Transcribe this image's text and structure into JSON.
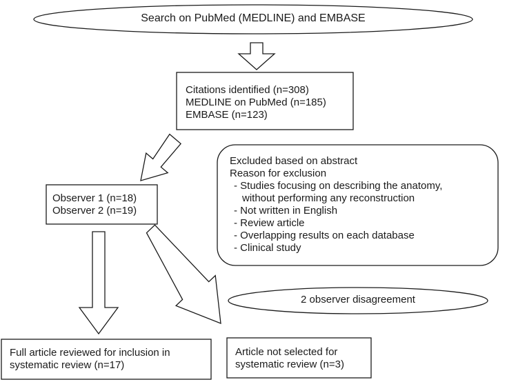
{
  "search": {
    "label": "Search on PubMed (MEDLINE) and EMBASE"
  },
  "citations": {
    "lines": [
      "Citations identified (n=308)",
      "MEDLINE on PubMed (n=185)",
      "EMBASE (n=123)"
    ]
  },
  "excluded": {
    "title": "Excluded based on abstract",
    "reason_heading": "Reason for exclusion",
    "reasons": [
      "- Studies focusing on describing the anatomy,",
      "without performing any reconstruction",
      "- Not written in English",
      "- Review article",
      "- Overlapping results on each database",
      "- Clinical study"
    ]
  },
  "observers": {
    "lines": [
      "Observer 1 (n=18)",
      "Observer 2 (n=19)"
    ]
  },
  "disagreement": {
    "label": "2 observer disagreement"
  },
  "full_review": {
    "lines": [
      "Full article reviewed for inclusion in",
      "systematic review (n=17)"
    ]
  },
  "not_selected": {
    "lines": [
      "Article not selected for",
      "systematic review (n=3)"
    ]
  },
  "colors": {
    "stroke": "#1a1a1a",
    "background": "#ffffff"
  }
}
